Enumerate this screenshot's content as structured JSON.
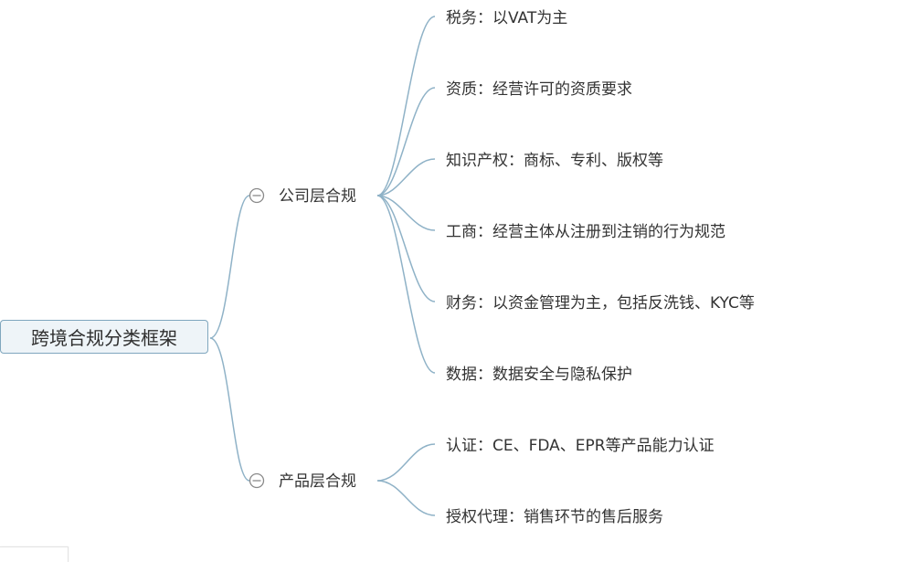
{
  "root": {
    "label": "跨境合规分类框架"
  },
  "branches": [
    {
      "label": "公司层合规",
      "collapse_icon": "collapse-minus-icon",
      "children": [
        {
          "label": "税务：以VAT为主"
        },
        {
          "label": "资质：经营许可的资质要求"
        },
        {
          "label": "知识产权：商标、专利、版权等"
        },
        {
          "label": "工商：经营主体从注册到注销的行为规范"
        },
        {
          "label": "财务：以资金管理为主，包括反洗钱、KYC等"
        },
        {
          "label": "数据：数据安全与隐私保护"
        }
      ]
    },
    {
      "label": "产品层合规",
      "collapse_icon": "collapse-minus-icon",
      "children": [
        {
          "label": "认证：CE、FDA、EPR等产品能力认证"
        },
        {
          "label": "授权代理：销售环节的售后服务"
        }
      ]
    }
  ],
  "colors": {
    "connector": "#8fb2c7",
    "root_fill": "#eef4f8",
    "root_border": "#7fa6be",
    "text": "#333333",
    "collapse_icon": "#8a8a8a"
  }
}
